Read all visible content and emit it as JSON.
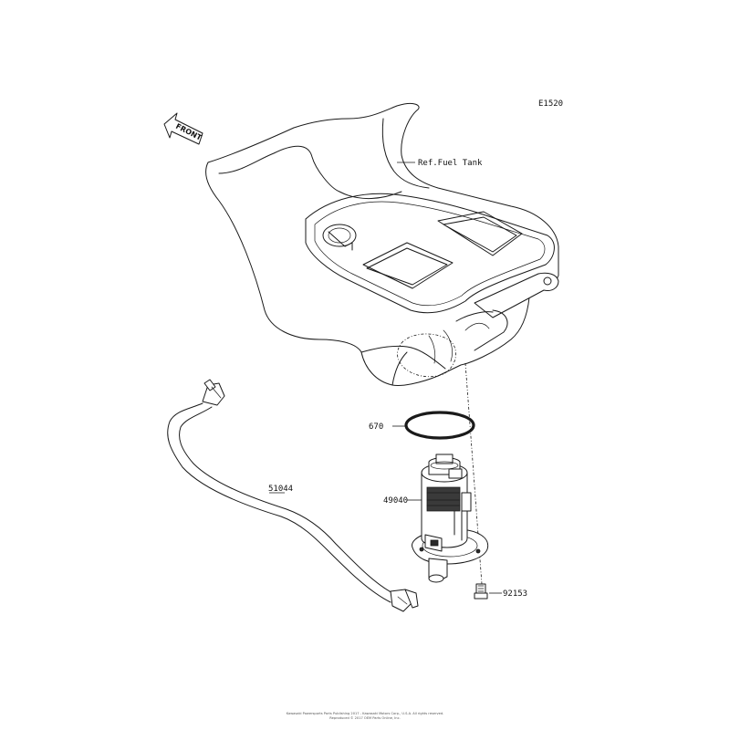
{
  "diagram": {
    "code": "E1520",
    "front_label": "FRONT",
    "labels": {
      "fuel_tank": "Ref.Fuel Tank",
      "o_ring": "670",
      "fuel_pump": "49040",
      "fuel_hose": "51044",
      "bolt": "92153"
    },
    "footer": {
      "line1": "Kawasaki Powersports Parts Publishing 2017 - Kawasaki Motors Corp., U.S.A. All rights reserved.",
      "line2": "Reproduced © 2017 OEM Parts Online, Inc."
    }
  }
}
